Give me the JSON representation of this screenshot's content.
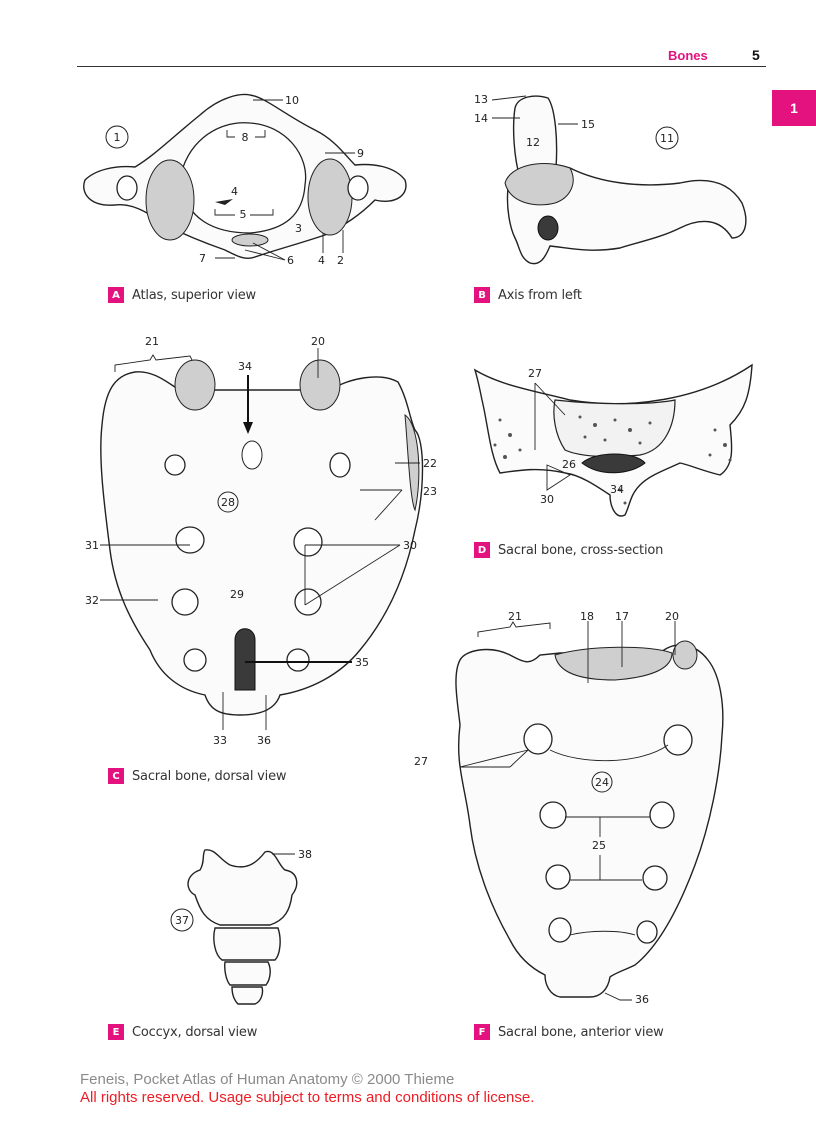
{
  "header": {
    "section": "Bones",
    "page_number": "5",
    "chapter_tab": "1"
  },
  "accent_color": "#e3127f",
  "figures": {
    "A": {
      "letter": "A",
      "caption": "Atlas, superior view",
      "circled_number": "1",
      "labels": [
        "10",
        "8",
        "9",
        "4",
        "5",
        "3",
        "7",
        "6",
        "4",
        "2"
      ]
    },
    "B": {
      "letter": "B",
      "caption": "Axis from left",
      "circled_number": "11",
      "labels": [
        "13",
        "14",
        "15",
        "12"
      ]
    },
    "C": {
      "letter": "C",
      "caption": "Sacral bone, dorsal view",
      "circled_number": "28",
      "labels": [
        "21",
        "20",
        "34",
        "22",
        "23",
        "31",
        "30",
        "32",
        "29",
        "35",
        "33",
        "36"
      ]
    },
    "D": {
      "letter": "D",
      "caption": "Sacral bone, cross-section",
      "labels": [
        "27",
        "26",
        "34",
        "30"
      ]
    },
    "E": {
      "letter": "E",
      "caption": "Coccyx, dorsal view",
      "circled_number": "37",
      "labels": [
        "38"
      ]
    },
    "F": {
      "letter": "F",
      "caption": "Sacral bone, anterior view",
      "circled_number": "24",
      "labels": [
        "21",
        "18",
        "17",
        "20",
        "27",
        "25",
        "36"
      ]
    }
  },
  "footer": {
    "line1": "Feneis, Pocket Atlas of Human Anatomy © 2000 Thieme",
    "line2": "All rights reserved. Usage subject to terms and conditions of license."
  }
}
